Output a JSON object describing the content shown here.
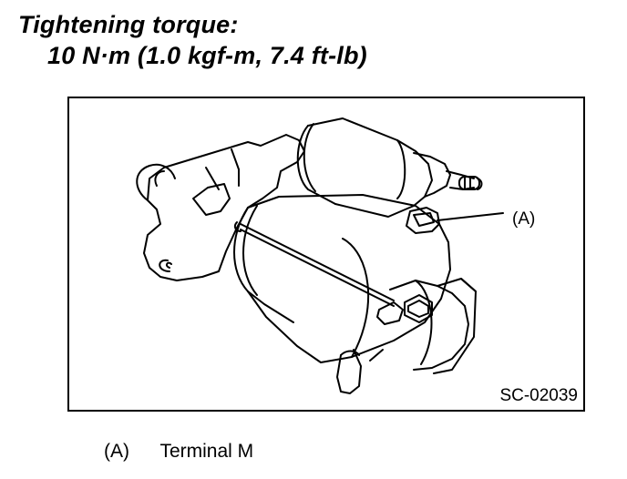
{
  "heading": {
    "line1": "Tightening torque:",
    "line2": "10 N·m (1.0 kgf-m, 7.4 ft-lb)"
  },
  "figure": {
    "code": "SC-02039",
    "callout": "(A)",
    "subject-icon": "starter-motor-illustration"
  },
  "legend": {
    "key": "(A)",
    "text": "Terminal M"
  }
}
